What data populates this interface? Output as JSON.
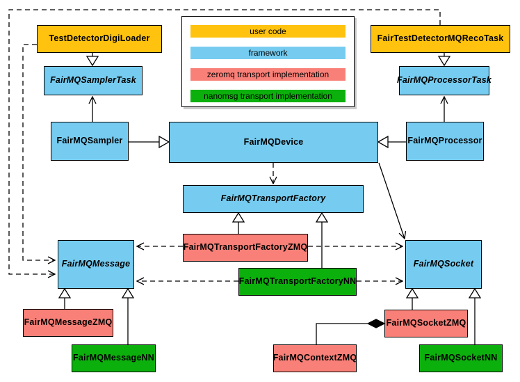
{
  "colors": {
    "user": "#FFC20E",
    "framework": "#76CCF0",
    "zeromq": "#F98078",
    "nanomsg": "#0CB00C",
    "border": "#000000",
    "background": "#FFFFFF"
  },
  "legend": {
    "items": [
      {
        "label": "user code",
        "category": "user"
      },
      {
        "label": "framework",
        "category": "framework"
      },
      {
        "label": "zeromq transport implementation",
        "category": "zeromq"
      },
      {
        "label": "nanomsg transport implementation",
        "category": "nanomsg"
      }
    ]
  },
  "nodes": [
    {
      "id": "TestDetectorDigiLoader",
      "label": "TestDetectorDigiLoader",
      "category": "user",
      "abstract": false
    },
    {
      "id": "FairTestDetectorMQRecoTask",
      "label": "FairTestDetectorMQRecoTask",
      "category": "user",
      "abstract": false
    },
    {
      "id": "FairMQSamplerTask",
      "label": "FairMQSamplerTask",
      "category": "framework",
      "abstract": true
    },
    {
      "id": "FairMQProcessorTask",
      "label": "FairMQProcessorTask",
      "category": "framework",
      "abstract": true
    },
    {
      "id": "FairMQSampler",
      "label": "FairMQSampler",
      "category": "framework",
      "abstract": false
    },
    {
      "id": "FairMQDevice",
      "label": "FairMQDevice",
      "category": "framework",
      "abstract": false
    },
    {
      "id": "FairMQProcessor",
      "label": "FairMQProcessor",
      "category": "framework",
      "abstract": false
    },
    {
      "id": "FairMQTransportFactory",
      "label": "FairMQTransportFactory",
      "category": "framework",
      "abstract": true
    },
    {
      "id": "FairMQTransportFactoryZMQ",
      "label": "FairMQTransportFactoryZMQ",
      "category": "zeromq",
      "abstract": false
    },
    {
      "id": "FairMQTransportFactoryNN",
      "label": "FairMQTransportFactoryNN",
      "category": "nanomsg",
      "abstract": false
    },
    {
      "id": "FairMQMessage",
      "label": "FairMQMessage",
      "category": "framework",
      "abstract": true
    },
    {
      "id": "FairMQSocket",
      "label": "FairMQSocket",
      "category": "framework",
      "abstract": true
    },
    {
      "id": "FairMQMessageZMQ",
      "label": "FairMQMessageZMQ",
      "category": "zeromq",
      "abstract": false
    },
    {
      "id": "FairMQMessageNN",
      "label": "FairMQMessageNN",
      "category": "nanomsg",
      "abstract": false
    },
    {
      "id": "FairMQContextZMQ",
      "label": "FairMQContextZMQ",
      "category": "zeromq",
      "abstract": false
    },
    {
      "id": "FairMQSocketZMQ",
      "label": "FairMQSocketZMQ",
      "category": "zeromq",
      "abstract": false
    },
    {
      "id": "FairMQSocketNN",
      "label": "FairMQSocketNN",
      "category": "nanomsg",
      "abstract": false
    }
  ],
  "edges": [
    {
      "from": "TestDetectorDigiLoader",
      "to": "FairMQSamplerTask",
      "type": "inheritance"
    },
    {
      "from": "FairTestDetectorMQRecoTask",
      "to": "FairMQProcessorTask",
      "type": "inheritance"
    },
    {
      "from": "FairMQSampler",
      "to": "FairMQDevice",
      "type": "inheritance"
    },
    {
      "from": "FairMQProcessor",
      "to": "FairMQDevice",
      "type": "inheritance"
    },
    {
      "from": "FairMQTransportFactoryZMQ",
      "to": "FairMQTransportFactory",
      "type": "inheritance"
    },
    {
      "from": "FairMQTransportFactoryNN",
      "to": "FairMQTransportFactory",
      "type": "inheritance"
    },
    {
      "from": "FairMQMessageZMQ",
      "to": "FairMQMessage",
      "type": "inheritance"
    },
    {
      "from": "FairMQMessageNN",
      "to": "FairMQMessage",
      "type": "inheritance"
    },
    {
      "from": "FairMQSocketZMQ",
      "to": "FairMQSocket",
      "type": "inheritance"
    },
    {
      "from": "FairMQSocketNN",
      "to": "FairMQSocket",
      "type": "inheritance"
    },
    {
      "from": "FairMQSampler",
      "to": "FairMQSamplerTask",
      "type": "association"
    },
    {
      "from": "FairMQProcessor",
      "to": "FairMQProcessorTask",
      "type": "association"
    },
    {
      "from": "FairMQDevice",
      "to": "FairMQSocket",
      "type": "association"
    },
    {
      "from": "FairMQDevice",
      "to": "FairMQTransportFactory",
      "type": "dependency"
    },
    {
      "from": "FairMQTransportFactoryZMQ",
      "to": "FairMQMessage",
      "type": "dependency"
    },
    {
      "from": "FairMQTransportFactoryZMQ",
      "to": "FairMQSocket",
      "type": "dependency"
    },
    {
      "from": "FairMQTransportFactoryNN",
      "to": "FairMQMessage",
      "type": "dependency"
    },
    {
      "from": "FairMQTransportFactoryNN",
      "to": "FairMQSocket",
      "type": "dependency"
    },
    {
      "from": "TestDetectorDigiLoader",
      "to": "FairMQMessage",
      "type": "dependency"
    },
    {
      "from": "FairTestDetectorMQRecoTask",
      "to": "FairMQMessage",
      "type": "dependency"
    },
    {
      "from": "FairMQSocketZMQ",
      "to": "FairMQContextZMQ",
      "type": "composition"
    }
  ]
}
